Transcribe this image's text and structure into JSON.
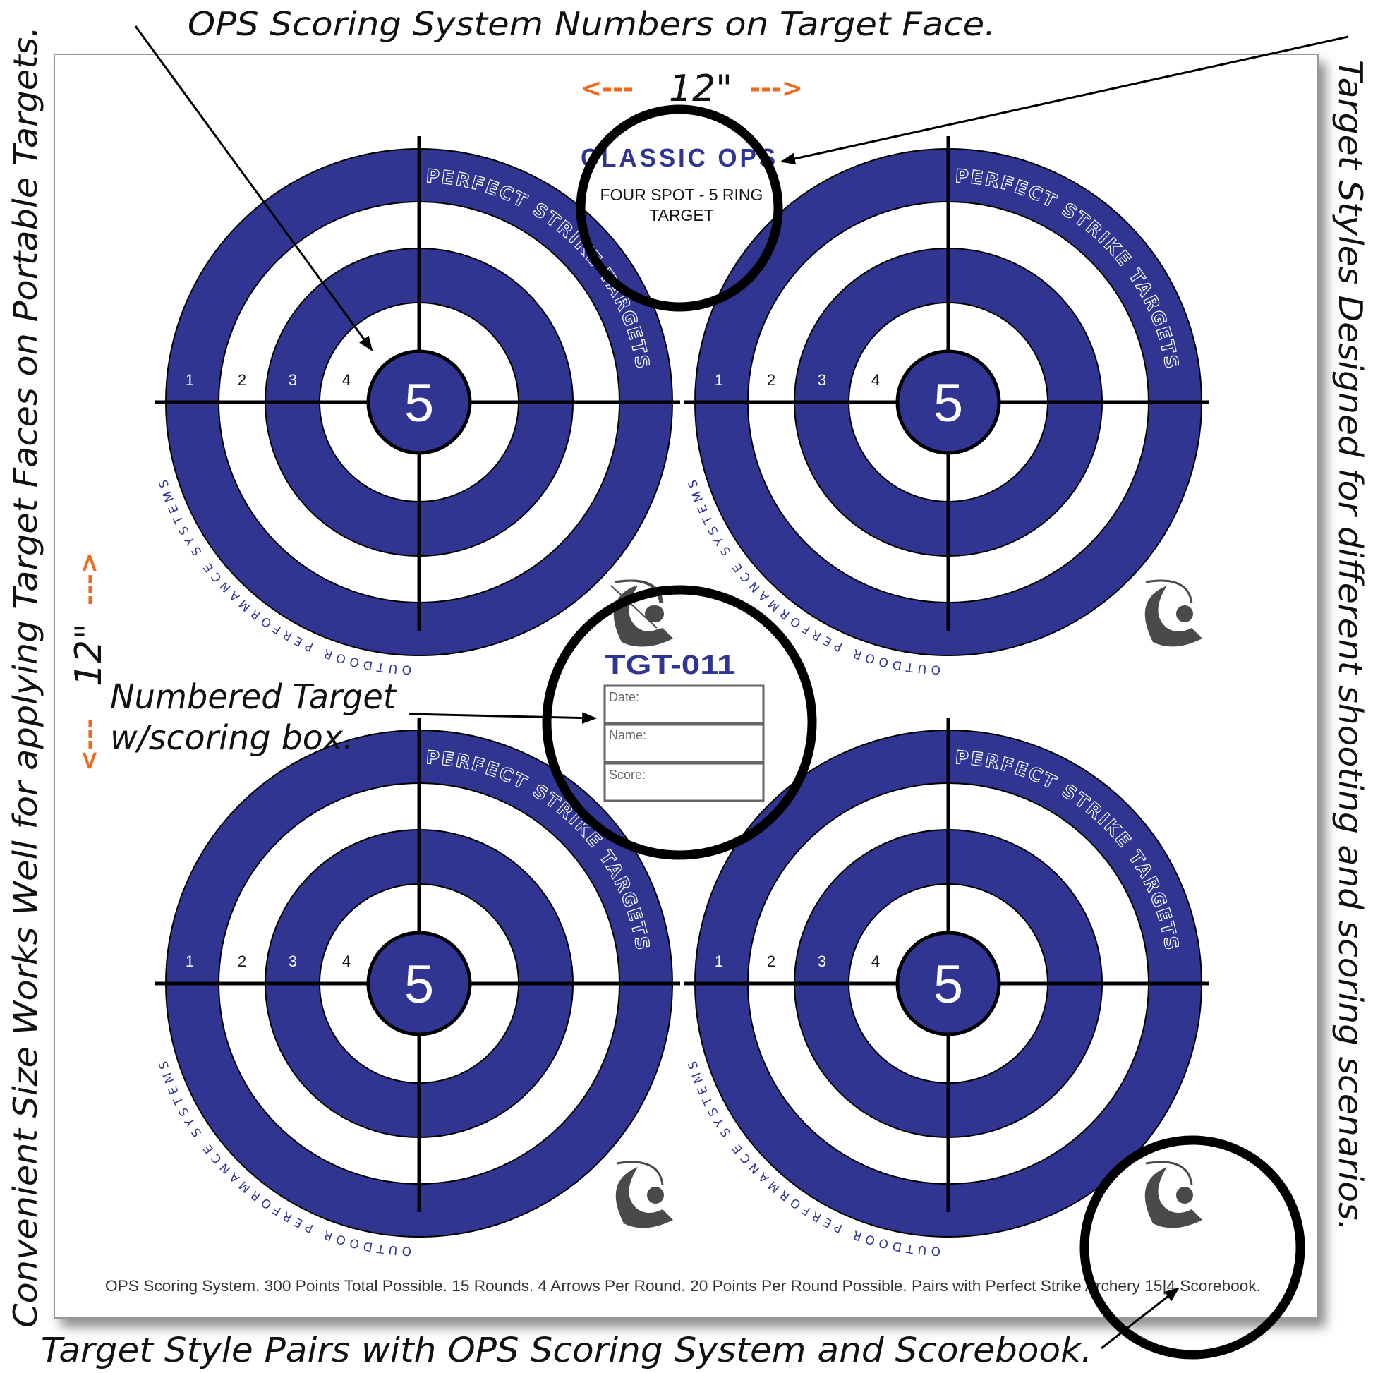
{
  "annotations": {
    "top": "OPS Scoring System Numbers on Target Face.",
    "right": "Target Styles Designed for different shooting and scoring scenarios.",
    "left": "Convenient Size Works Well for applying Target Faces on Portable Targets.",
    "bottom": "Target Style Pairs with OPS Scoring System and Scorebook.",
    "numbered_line1": "Numbered Target",
    "numbered_line2": "w/scoring box.",
    "size_label": "12\"",
    "arrow_left": "<---",
    "arrow_right": "--->"
  },
  "sheet": {
    "brand_title": "CLASSIC OPS",
    "subtitle_line1": "FOUR SPOT - 5 RING",
    "subtitle_line2": "TARGET",
    "target_id": "TGT-011",
    "score_box": [
      {
        "label": "Date:"
      },
      {
        "label": "Name:"
      },
      {
        "label": "Score:"
      }
    ],
    "footer": "OPS Scoring System. 300 Points Total Possible. 15 Rounds. 4 Arrows Per Round.  20 Points Per Round Possible. Pairs with Perfect Strike Archery 15|4  Scorebook."
  },
  "target": {
    "ring_numbers": [
      "1",
      "2",
      "3",
      "4"
    ],
    "bullseye": "5",
    "arc_top_text": "PERFECT STRIKE TARGETS",
    "arc_bottom_text": "OUTDOOR PERFORMANCE SYSTEMS",
    "count": 4
  },
  "colors": {
    "ring_blue": "#2f3591",
    "orange": "#f06a1e",
    "logo_gray": "#4a4a4a"
  }
}
